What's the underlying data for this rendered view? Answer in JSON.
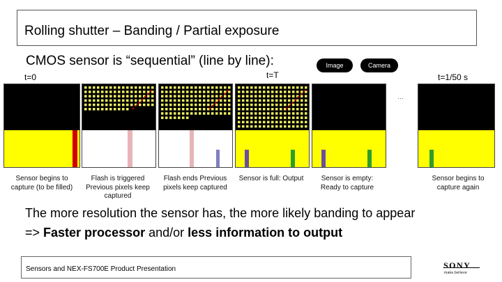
{
  "title": "Rolling shutter – Banding / Partial exposure",
  "subtitle": "CMOS sensor is “sequential” (line by line):",
  "badges": {
    "image": "Image",
    "camera": "Camera"
  },
  "times": {
    "t0": "t=0",
    "tT": "t=T",
    "t50": "t=1/50 s"
  },
  "ellipsis": "…",
  "captions": [
    "Sensor begins to capture (to be filled)",
    "Flash is triggered Previous pixels keep captured",
    "Flash ends Previous pixels keep captured",
    "Sensor is full: Output",
    "Sensor is empty: Ready to capture",
    "Sensor begins to capture again"
  ],
  "note_line1": "The more resolution the sensor has, the more likely banding to appear",
  "note_line2": {
    "prefix": "=> ",
    "bold1": "Faster processor",
    "mid": " and/or ",
    "bold2": "less information to output"
  },
  "footer": "Sensors and NEX-FS700E Product Presentation",
  "logo": {
    "brand": "SONY",
    "tagline": "make.believe"
  },
  "colors": {
    "sensor_fill": "#ffff00",
    "grid_dot": "#f0f060",
    "flash": "#e8b4b8",
    "red_bar": "#d00000",
    "blue_bar": "#8080c0",
    "purple_bar": "#6a4fa0",
    "green_bar": "#2e9e2e"
  }
}
